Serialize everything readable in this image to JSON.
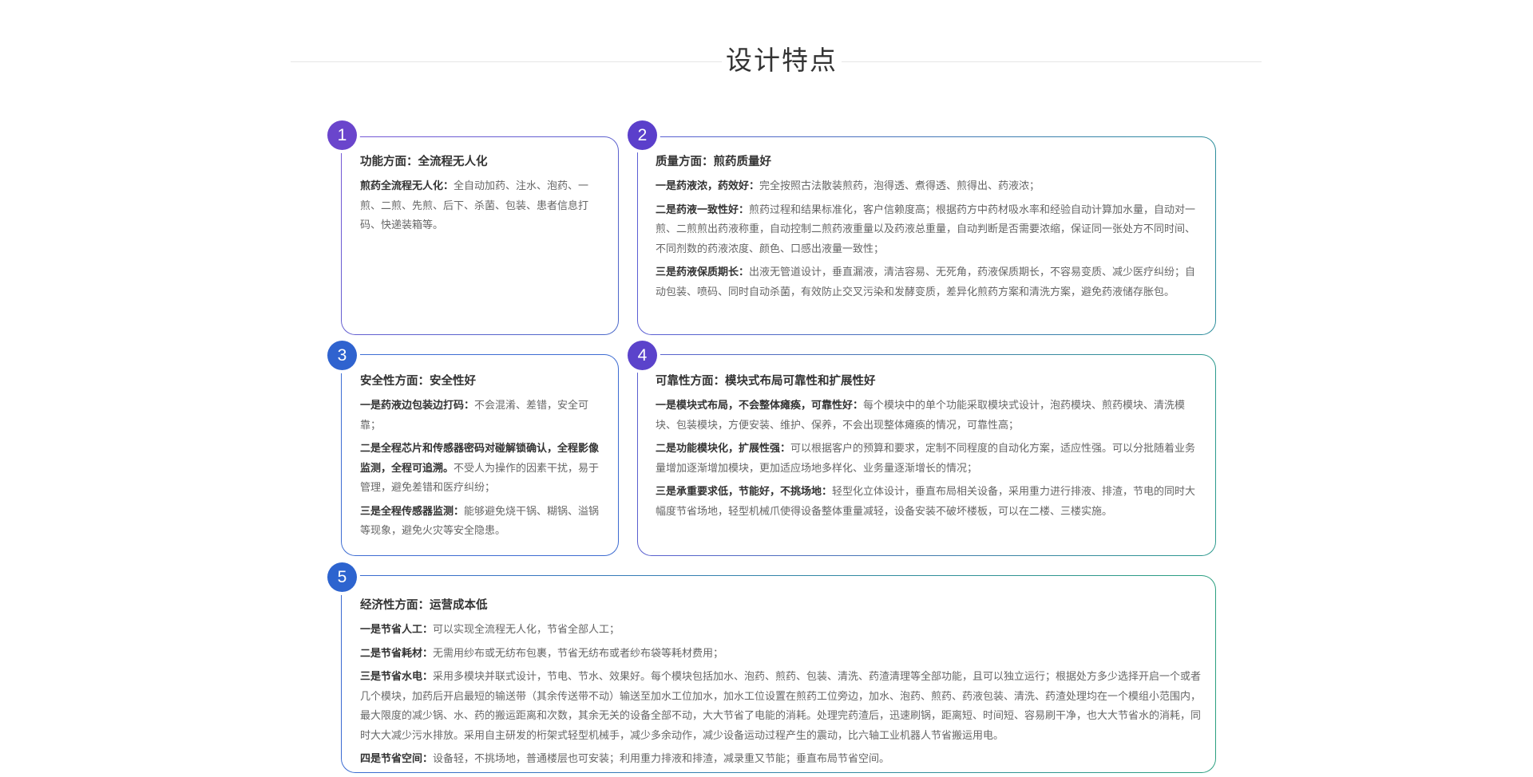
{
  "page_title": "设计特点",
  "cards": [
    {
      "number": "1",
      "title": "功能方面：全流程无人化",
      "paragraphs": [
        {
          "lead": "煎药全流程无人化：",
          "text": "全自动加药、注水、泡药、一煎、二煎、先煎、后下、杀菌、包装、患者信息打码、快递装箱等。"
        }
      ]
    },
    {
      "number": "2",
      "title": "质量方面：煎药质量好",
      "paragraphs": [
        {
          "lead": "一是药液浓，药效好：",
          "text": "完全按照古法散装煎药，泡得透、煮得透、煎得出、药液浓；"
        },
        {
          "lead": "二是药液一致性好：",
          "text": "煎药过程和结果标准化，客户信赖度高；根据药方中药材吸水率和经验自动计算加水量，自动对一煎、二煎煎出药液称重，自动控制二煎药液重量以及药液总重量，自动判断是否需要浓缩，保证同一张处方不同时间、不同剂数的药液浓度、颜色、口感出液量一致性；"
        },
        {
          "lead": "三是药液保质期长：",
          "text": "出液无管道设计，垂直漏液，清洁容易、无死角，药液保质期长，不容易变质、减少医疗纠纷；自动包装、喷码、同时自动杀菌，有效防止交叉污染和发酵变质，差异化煎药方案和清洗方案，避免药液储存胀包。"
        }
      ]
    },
    {
      "number": "3",
      "title": "安全性方面：安全性好",
      "paragraphs": [
        {
          "lead": "一是药液边包装边打码：",
          "text": "不会混淆、差错，安全可靠；"
        },
        {
          "lead": "二是全程芯片和传感器密码对碰解锁确认，全程影像监测，全程可追溯。",
          "text": "不受人为操作的因素干扰，易于管理，避免差错和医疗纠纷；"
        },
        {
          "lead": "三是全程传感器监测：",
          "text": "能够避免烧干锅、糊锅、溢锅等现象，避免火灾等安全隐患。"
        }
      ]
    },
    {
      "number": "4",
      "title": "可靠性方面：模块式布局可靠性和扩展性好",
      "paragraphs": [
        {
          "lead": "一是模块式布局，不会整体瘫痪，可靠性好：",
          "text": "每个模块中的单个功能采取模块式设计，泡药模块、煎药模块、清洗模块、包装模块，方便安装、维护、保养，不会出现整体瘫痪的情况，可靠性高；"
        },
        {
          "lead": "二是功能模块化，扩展性强：",
          "text": "可以根据客户的预算和要求，定制不同程度的自动化方案，适应性强。可以分批随着业务量增加逐渐增加模块，更加适应场地多样化、业务量逐渐增长的情况；"
        },
        {
          "lead": "三是承重要求低，节能好，不挑场地：",
          "text": "轻型化立体设计，垂直布局相关设备，采用重力进行排液、排渣，节电的同时大幅度节省场地，轻型机械爪使得设备整体重量减轻，设备安装不破坏楼板，可以在二楼、三楼实施。"
        }
      ]
    },
    {
      "number": "5",
      "title": "经济性方面：运营成本低",
      "paragraphs": [
        {
          "lead": "一是节省人工：",
          "text": "可以实现全流程无人化，节省全部人工；"
        },
        {
          "lead": "二是节省耗材：",
          "text": "无需用纱布或无纺布包裹，节省无纺布或者纱布袋等耗材费用；"
        },
        {
          "lead": "三是节省水电：",
          "text": "采用多模块并联式设计，节电、节水、效果好。每个模块包括加水、泡药、煎药、包装、清洗、药渣清理等全部功能，且可以独立运行；根据处方多少选择开启一个或者几个模块，加药后开启最短的输送带（其余传送带不动）输送至加水工位加水，加水工位设置在煎药工位旁边，加水、泡药、煎药、药液包装、清洗、药渣处理均在一个模组小范围内，最大限度的减少锅、水、药的搬运距离和次数，其余无关的设备全部不动，大大节省了电能的消耗。处理完药渣后，迅速刷锅，距离短、时间短、容易刷干净，也大大节省水的消耗，同时大大减少污水排放。采用自主研发的桁架式轻型机械手，减少多余动作，减少设备运动过程产生的震动，比六轴工业机器人节省搬运用电。"
        },
        {
          "lead": "四是节省空间：",
          "text": "设备轻，不挑场地，普通楼层也可安装；利用重力排液和排渣，减录重又节能；垂直布局节省空间。"
        }
      ]
    }
  ]
}
